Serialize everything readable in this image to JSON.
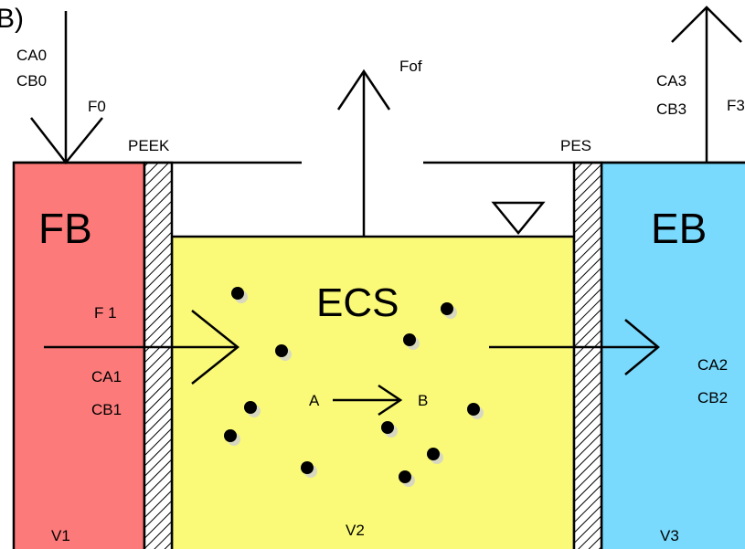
{
  "panel_letter": "B)",
  "compartments": {
    "fb": {
      "name": "FB",
      "volume": "V1",
      "color": "#fd7a7a"
    },
    "ecs": {
      "name": "ECS",
      "volume": "V2",
      "color": "#fafa78"
    },
    "eb": {
      "name": "EB",
      "volume": "V3",
      "color": "#79dafd"
    }
  },
  "membranes": {
    "left": "PEEK",
    "right": "PES"
  },
  "flows": {
    "feed": {
      "label": "F0",
      "conc_a": "CA0",
      "conc_b": "CB0"
    },
    "transfer_in": {
      "label": "F 1",
      "conc_a": "CA1",
      "conc_b": "CB1"
    },
    "overflow": {
      "label": "Fof"
    },
    "transfer_out": {
      "conc_a": "CA2",
      "conc_b": "CB2"
    },
    "exit": {
      "label": "F3",
      "conc_a": "CA3",
      "conc_b": "CB3"
    }
  },
  "reaction": {
    "reactant": "A",
    "product": "B"
  }
}
